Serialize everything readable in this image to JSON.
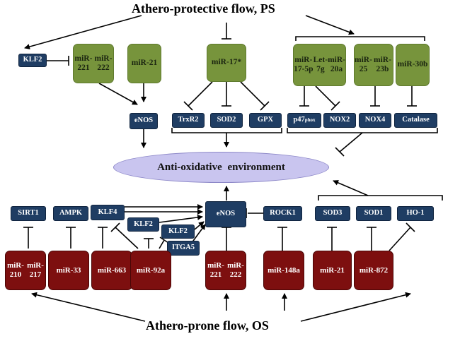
{
  "titles": {
    "protective": "Athero-protective flow, PS",
    "prone": "Athero-prone flow, OS"
  },
  "center": "Anti-oxidative environment",
  "top": {
    "klf2": "KLF2",
    "mir221_222": [
      "miR-221",
      "miR-222"
    ],
    "mir21": "miR-21",
    "mir17star": "miR-17*",
    "mir17_group": [
      "miR-17-5p",
      "Let-7g",
      "miR-20a"
    ],
    "mir25_group": [
      "miR-25",
      "miR-23b"
    ],
    "mir30b": "miR-30b",
    "enos": "eNOS",
    "trxr2": "TrxR2",
    "sod2": "SOD2",
    "gpx": "GPX",
    "p47_base": "p47",
    "p47_sup": "phox",
    "nox2": "NOX2",
    "nox4": "NOX4",
    "catalase": "Catalase"
  },
  "bottom": {
    "sirt1": "SIRT1",
    "ampk": "AMPK",
    "klf4": "KLF4",
    "klf2a": "KLF2",
    "klf2b": "KLF2",
    "itga5": "ITGA5",
    "enos": "eNOS",
    "rock1": "ROCK1",
    "sod3": "SOD3",
    "sod1": "SOD1",
    "ho1": "HO-1",
    "mir210_217": [
      "miR-210",
      "miR-217"
    ],
    "mir33": "miR-33",
    "mir663": "miR-663",
    "mir92a": "miR-92a",
    "mir221_222": [
      "miR-221",
      "miR-222"
    ],
    "mir148a": "miR-148a",
    "mir21": "miR-21",
    "mir872": "miR-872"
  }
}
